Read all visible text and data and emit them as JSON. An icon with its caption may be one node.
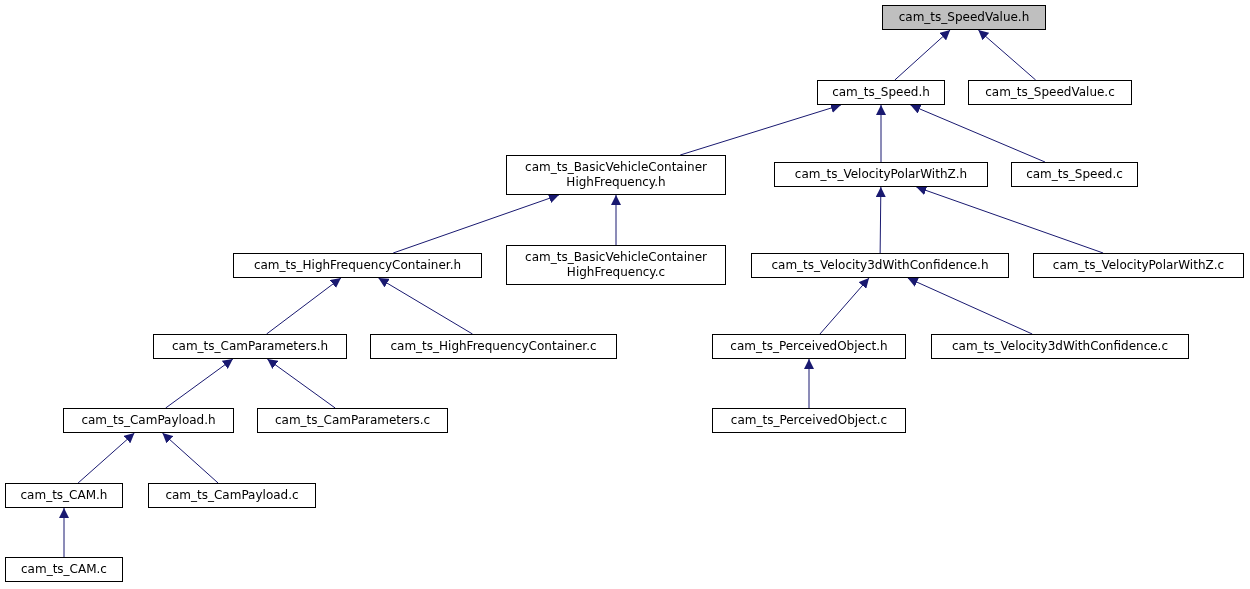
{
  "diagram": {
    "nodes": [
      {
        "text": [
          "cam_ts_SpeedValue.h"
        ]
      },
      {
        "text": [
          "cam_ts_Speed.h"
        ]
      },
      {
        "text": [
          "cam_ts_SpeedValue.c"
        ]
      },
      {
        "text": [
          "cam_ts_BasicVehicleContainer HighFrequency.h"
        ]
      },
      {
        "text": [
          "cam_ts_VelocityPolarWithZ.h"
        ]
      },
      {
        "text": [
          "cam_ts_Speed.c"
        ]
      },
      {
        "text": [
          "cam_ts_HighFrequencyContainer.h"
        ]
      },
      {
        "text": [
          "cam_ts_BasicVehicleContainer HighFrequency.c"
        ]
      },
      {
        "text": [
          "cam_ts_Velocity3dWithConfidence.h"
        ]
      },
      {
        "text": [
          "cam_ts_VelocityPolarWithZ.c"
        ]
      },
      {
        "text": [
          "cam_ts_CamParameters.h"
        ]
      },
      {
        "text": [
          "cam_ts_HighFrequencyContainer.c"
        ]
      },
      {
        "text": [
          "cam_ts_PerceivedObject.h"
        ]
      },
      {
        "text": [
          "cam_ts_Velocity3dWithConfidence.c"
        ]
      },
      {
        "text": [
          "cam_ts_CamPayload.h"
        ]
      },
      {
        "text": [
          "cam_ts_CamParameters.c"
        ]
      },
      {
        "text": [
          "cam_ts_PerceivedObject.c"
        ]
      },
      {
        "text": [
          "cam_ts_CAM.h"
        ]
      },
      {
        "text": [
          "cam_ts_CamPayload.c"
        ]
      },
      {
        "text": [
          "cam_ts_CAM.c"
        ]
      }
    ],
    "edges": [
      {
        "from": 1,
        "to": 0,
        "arrow": "to"
      },
      {
        "from": 2,
        "to": 0,
        "arrow": "to"
      },
      {
        "from": 3,
        "to": 1,
        "arrow": "to"
      },
      {
        "from": 4,
        "to": 1,
        "arrow": "to"
      },
      {
        "from": 5,
        "to": 1,
        "arrow": "to"
      },
      {
        "from": 6,
        "to": 3,
        "arrow": "to"
      },
      {
        "from": 7,
        "to": 3,
        "arrow": "to"
      },
      {
        "from": 8,
        "to": 4,
        "arrow": "to"
      },
      {
        "from": 9,
        "to": 4,
        "arrow": "to"
      },
      {
        "from": 10,
        "to": 6,
        "arrow": "to"
      },
      {
        "from": 11,
        "to": 6,
        "arrow": "to"
      },
      {
        "from": 12,
        "to": 8,
        "arrow": "to"
      },
      {
        "from": 13,
        "to": 8,
        "arrow": "to"
      },
      {
        "from": 14,
        "to": 10,
        "arrow": "to"
      },
      {
        "from": 15,
        "to": 10,
        "arrow": "to"
      },
      {
        "from": 16,
        "to": 12,
        "arrow": "to"
      },
      {
        "from": 17,
        "to": 14,
        "arrow": "to"
      },
      {
        "from": 18,
        "to": 14,
        "arrow": "to"
      },
      {
        "from": 19,
        "to": 17,
        "arrow": "to"
      }
    ]
  }
}
